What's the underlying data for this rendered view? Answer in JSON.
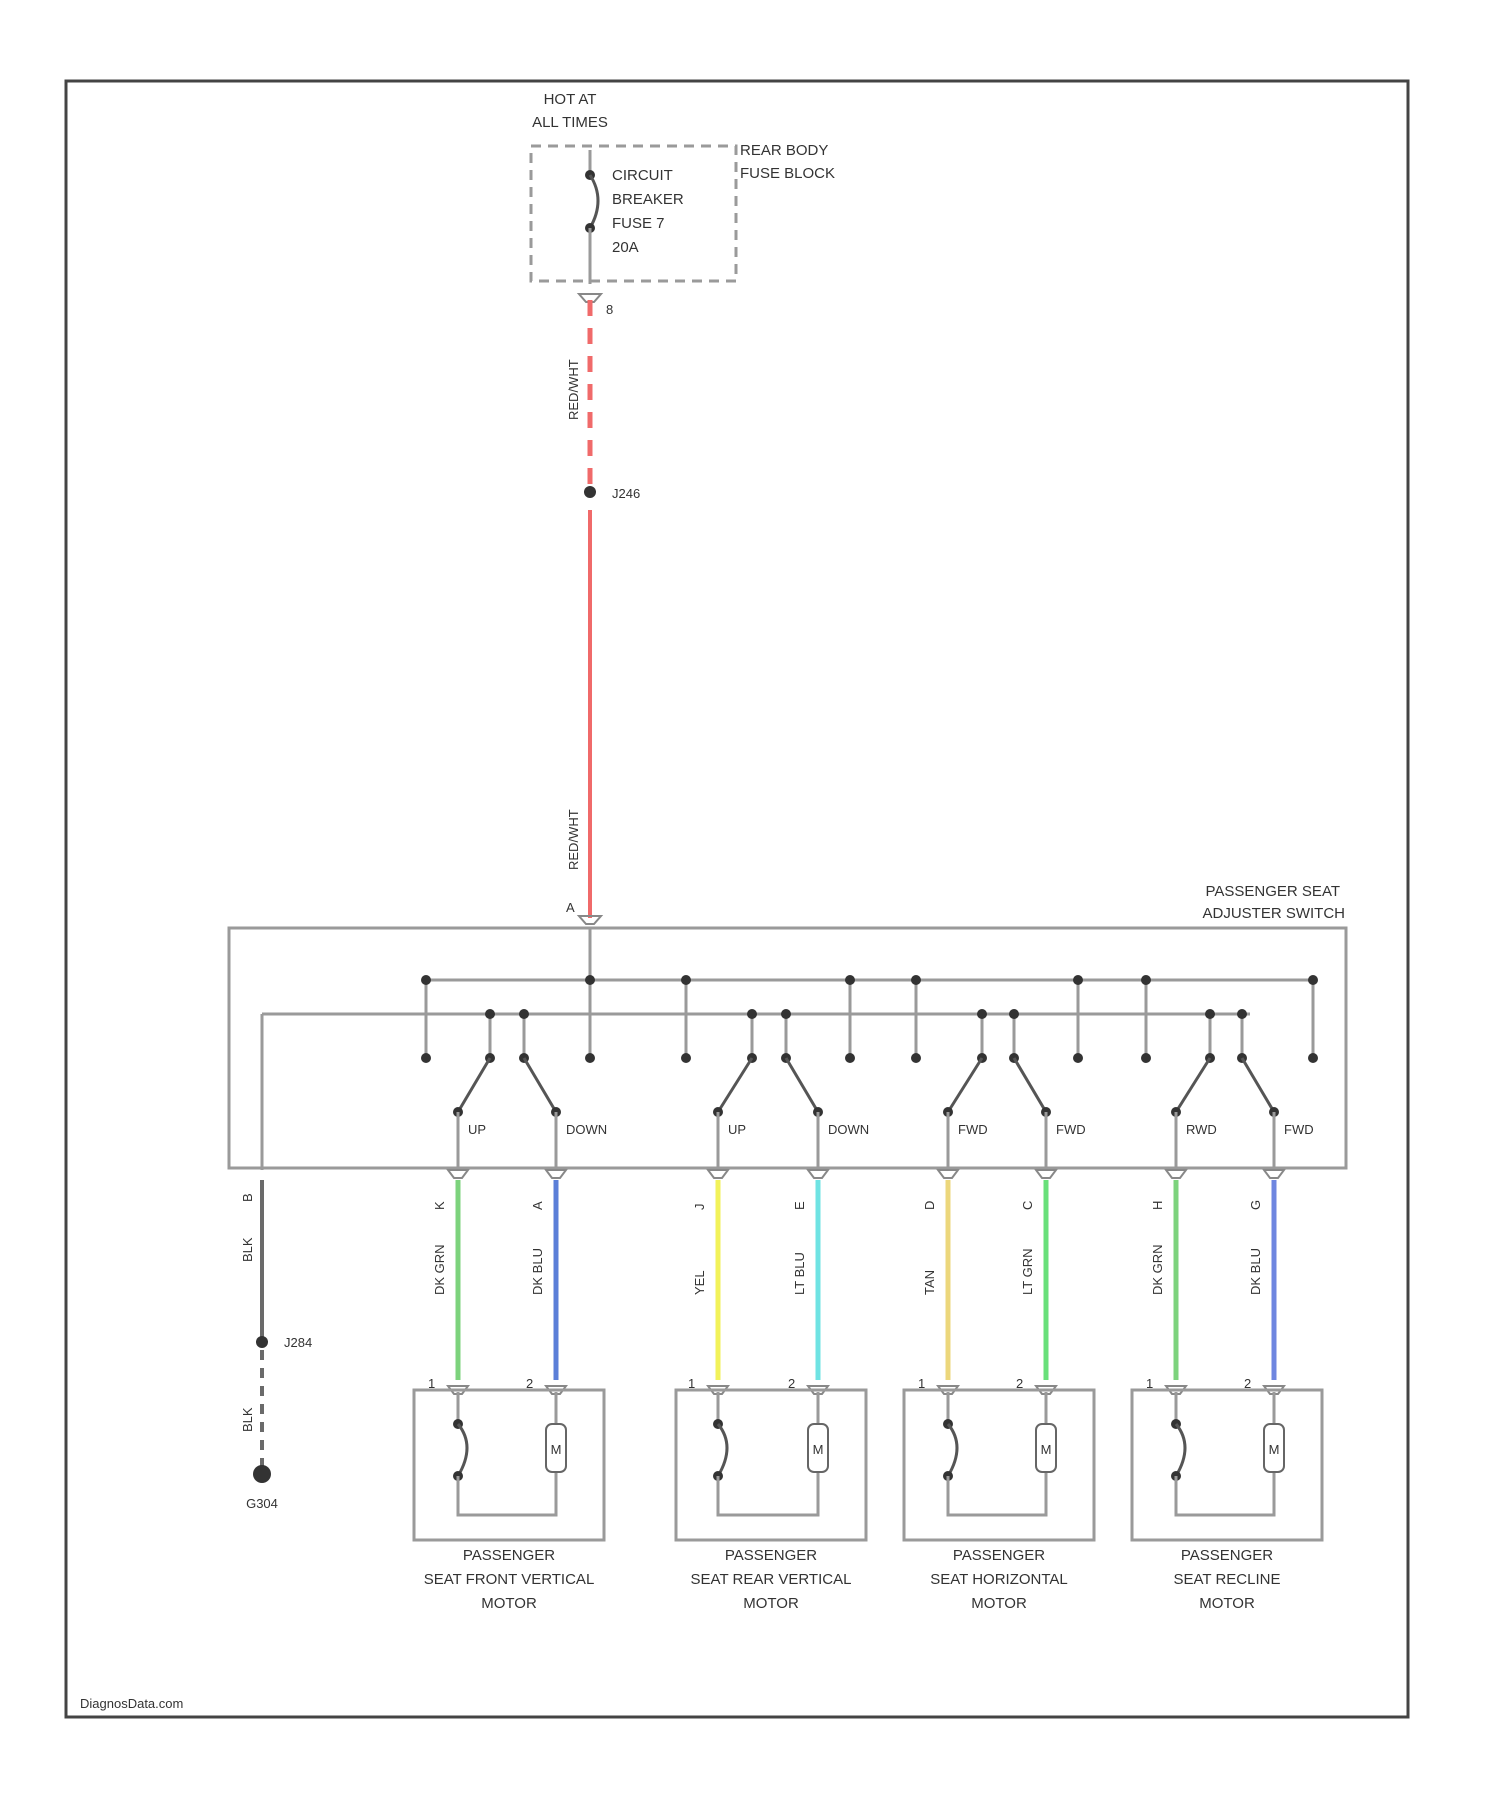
{
  "power": {
    "hot_label_line1": "HOT AT",
    "hot_label_line2": "ALL TIMES"
  },
  "fuse_block": {
    "name_line1": "REAR BODY",
    "name_line2": "FUSE BLOCK",
    "breaker_line1": "CIRCUIT",
    "breaker_line2": "BREAKER",
    "breaker_line3": "FUSE 7",
    "breaker_line4": "20A",
    "pin": "8"
  },
  "feed_wire": {
    "color_label_upper": "RED/WHT",
    "color_label_lower": "RED/WHT",
    "splice_label": "J246",
    "switch_pin": "A"
  },
  "switch": {
    "name_line1": "PASSENGER SEAT",
    "name_line2": "ADJUSTER SWITCH",
    "contacts": [
      {
        "label": "UP"
      },
      {
        "label": "DOWN"
      },
      {
        "label": "UP"
      },
      {
        "label": "DOWN"
      },
      {
        "label": "FWD"
      },
      {
        "label": "FWD"
      },
      {
        "label": "RWD"
      },
      {
        "label": "FWD"
      }
    ]
  },
  "ground": {
    "wire_label": "BLK",
    "wire_pin": "B",
    "splice_label": "J284",
    "lower_wire_label": "BLK",
    "ground_label": "G304"
  },
  "wires": [
    {
      "label": "DK GRN",
      "pin": "K",
      "motor_pin": "1",
      "color": "#7dd37d"
    },
    {
      "label": "DK BLU",
      "pin": "A",
      "motor_pin": "2",
      "color": "#5b7fd8"
    },
    {
      "label": "YEL",
      "pin": "J",
      "motor_pin": "1",
      "color": "#f2f25a"
    },
    {
      "label": "LT BLU",
      "pin": "E",
      "motor_pin": "2",
      "color": "#6fe3e3"
    },
    {
      "label": "TAN",
      "pin": "D",
      "motor_pin": "1",
      "color": "#ecd77c"
    },
    {
      "label": "LT GRN",
      "pin": "C",
      "motor_pin": "2",
      "color": "#69e07a"
    },
    {
      "label": "DK GRN",
      "pin": "H",
      "motor_pin": "1",
      "color": "#7dd37d"
    },
    {
      "label": "DK BLU",
      "pin": "G",
      "motor_pin": "2",
      "color": "#6f86e0"
    }
  ],
  "motors": [
    {
      "line1": "PASSENGER",
      "line2": "SEAT FRONT VERTICAL",
      "line3": "MOTOR",
      "symbol": "M"
    },
    {
      "line1": "PASSENGER",
      "line2": "SEAT REAR VERTICAL",
      "line3": "MOTOR",
      "symbol": "M"
    },
    {
      "line1": "PASSENGER",
      "line2": "SEAT HORIZONTAL",
      "line3": "MOTOR",
      "symbol": "M"
    },
    {
      "line1": "PASSENGER",
      "line2": "SEAT RECLINE",
      "line3": "MOTOR",
      "symbol": "M"
    }
  ],
  "footer": {
    "watermark": "DiagnosData.com"
  },
  "colors": {
    "red_feed": "#f06a6a",
    "frame": "#444444",
    "wire_grey": "#9a9a9a"
  }
}
